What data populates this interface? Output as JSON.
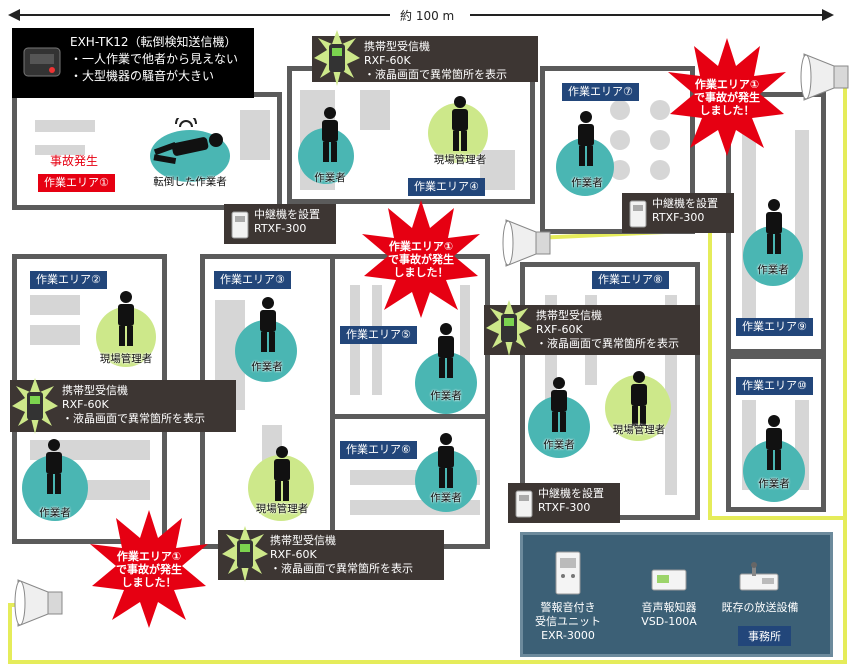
{
  "header": {
    "distance": "約 100 m"
  },
  "transmitter": {
    "model": "EXH-TK12（転倒検知送信機）",
    "note1": "・一人作業で他者から見えない",
    "note2": "・大型機器の騒音が大きい"
  },
  "areas": {
    "a1": "作業エリア①",
    "a2": "作業エリア②",
    "a3": "作業エリア③",
    "a4": "作業エリア④",
    "a5": "作業エリア⑤",
    "a6": "作業エリア⑥",
    "a7": "作業エリア⑦",
    "a8": "作業エリア⑧",
    "a9": "作業エリア⑨",
    "a10": "作業エリア⑩"
  },
  "accident": "事故発生",
  "fallen_worker": "転倒した作業者",
  "worker": "作業者",
  "manager": "現場管理者",
  "receiver": {
    "title": "携帯型受信機",
    "model": "RXF-60K",
    "note": "・液晶画面で異常箇所を表示"
  },
  "repeater": {
    "title": "中継機を設置",
    "model": "RTXF-300"
  },
  "alert": {
    "line1": "作業エリア①",
    "line2": "で事故が発生",
    "line3": "しました！"
  },
  "office": {
    "unit_l1": "警報音付き",
    "unit_l2": "受信ユニット",
    "unit_l3": "EXR-3000",
    "voice_l1": "音声報知器",
    "voice_l2": "VSD-100A",
    "broadcast": "既存の放送設備",
    "name": "事務所"
  },
  "colors": {
    "teal": "#4ab6b3",
    "lime": "#cde88a",
    "navy": "#22467a",
    "red": "#e60012",
    "line": "#e5ec5a"
  }
}
